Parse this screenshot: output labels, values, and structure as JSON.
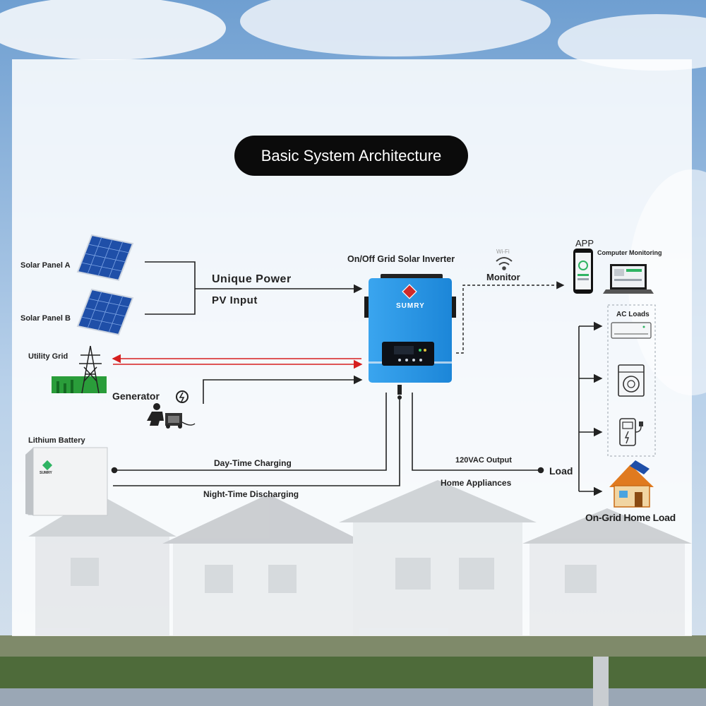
{
  "title": "Basic System Architecture",
  "inverter": {
    "label": "On/Off Grid Solar Inverter",
    "brand": "SUMRY"
  },
  "solar_panel_a": "Solar Panel A",
  "solar_panel_b": "Solar Panel B",
  "pv": {
    "line1": "Unique Power",
    "line2": "PV Input"
  },
  "utility_grid": "Utility Grid",
  "generator": "Generator",
  "battery": {
    "label": "Lithium Battery",
    "brand": "SUMRY"
  },
  "charging": "Day-Time Charging",
  "discharging": "Night-Time Discharging",
  "monitor": {
    "wifi": "Wi-Fi",
    "label": "Monitor",
    "app": "APP",
    "computer": "Computer Monitoring"
  },
  "output": {
    "line1": "120VAC Output",
    "line2": "Home Appliances",
    "load": "Load"
  },
  "ac_loads": "AC Loads",
  "home_load": "On-Grid Home Load",
  "colors": {
    "inverter_blue": "#1e8fe0",
    "grid_arrow": "#d61f1f",
    "pill": "#0b0b0b"
  }
}
